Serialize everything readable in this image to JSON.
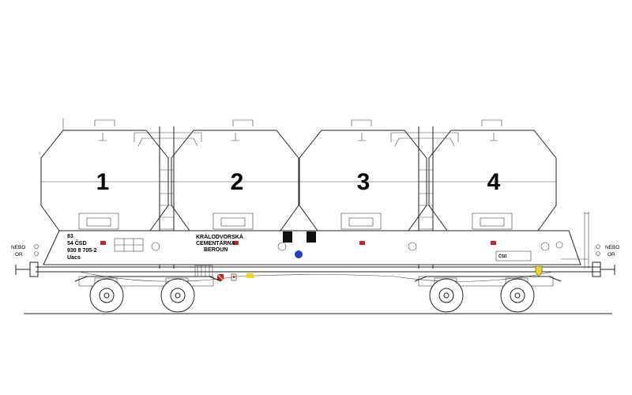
{
  "hoppers": [
    {
      "number": "1"
    },
    {
      "number": "2"
    },
    {
      "number": "3"
    },
    {
      "number": "4"
    }
  ],
  "side_labels": {
    "left_line1": "NEBO",
    "left_line2": "OR",
    "right_line1": "NEBO",
    "right_line2": "OR"
  },
  "wagon_info": {
    "line1": "83",
    "line2": "54 ČSD",
    "line3": "930 8 705-2",
    "line4": "Uacs"
  },
  "owner": {
    "line1": "KRÁLODVORSKÁ",
    "line2": "CEMENTÁRNA",
    "line3": "BEROUN"
  },
  "csd_plate": "ČSD",
  "colors": {
    "lamp_red": "#d42020",
    "valve_blue": "#1f3fd0",
    "marker_yellow": "#f0d020",
    "warning_red": "#c81e1e",
    "line": "#222222"
  }
}
